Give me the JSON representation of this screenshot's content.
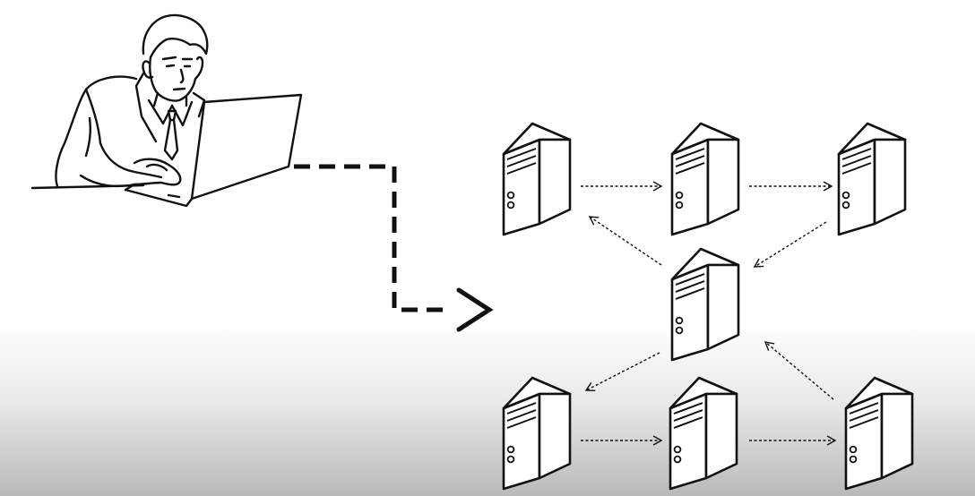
{
  "scene": {
    "subject": "user-at-laptop",
    "network": {
      "nodes": [
        {
          "id": "server-top-left",
          "icon": "server-tower-icon"
        },
        {
          "id": "server-top-middle",
          "icon": "server-tower-icon"
        },
        {
          "id": "server-top-right",
          "icon": "server-tower-icon"
        },
        {
          "id": "server-center",
          "icon": "server-tower-icon"
        },
        {
          "id": "server-bottom-left",
          "icon": "server-tower-icon"
        },
        {
          "id": "server-bottom-middle",
          "icon": "server-tower-icon"
        },
        {
          "id": "server-bottom-right",
          "icon": "server-tower-icon"
        }
      ],
      "links": [
        {
          "from": "server-top-left",
          "to": "server-top-middle"
        },
        {
          "from": "server-top-middle",
          "to": "server-top-right"
        },
        {
          "from": "server-top-right",
          "to": "server-center"
        },
        {
          "from": "server-center",
          "to": "server-top-left"
        },
        {
          "from": "server-center",
          "to": "server-bottom-left"
        },
        {
          "from": "server-bottom-left",
          "to": "server-bottom-middle"
        },
        {
          "from": "server-bottom-middle",
          "to": "server-bottom-right"
        },
        {
          "from": "server-bottom-right",
          "to": "server-center"
        }
      ]
    },
    "colors": {
      "ink": "#111111",
      "background": "#ffffff",
      "floor_shadow": "#b9b9b9"
    }
  }
}
